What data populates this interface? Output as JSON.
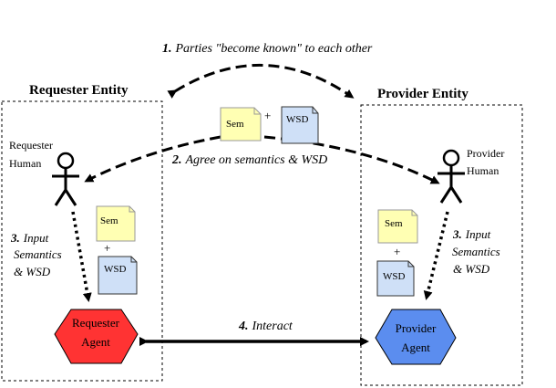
{
  "entities": {
    "requester": {
      "title": "Requester Entity",
      "human_line1": "Requester",
      "human_line2": "Human",
      "agent_line1": "Requester",
      "agent_line2": "Agent",
      "agent_color": "#ff3333"
    },
    "provider": {
      "title": "Provider Entity",
      "human_line1": "Provider",
      "human_line2": "Human",
      "agent_line1": "Provider",
      "agent_line2": "Agent",
      "agent_color": "#5b8def"
    }
  },
  "steps": {
    "step1": {
      "num": "1.",
      "text": "Parties \"become known\" to each other"
    },
    "step2": {
      "num": "2.",
      "text": "Agree on semantics & WSD"
    },
    "step3_left": {
      "num": "3.",
      "line1": "Input",
      "line2": "Semantics",
      "line3": "& WSD"
    },
    "step3_right": {
      "num": "3.",
      "line1": "Input",
      "line2": "Semantics",
      "line3": "& WSD"
    },
    "step4": {
      "num": "4.",
      "text": "Interact"
    }
  },
  "documents": {
    "sem_label": "Sem",
    "wsd_label": "WSD",
    "plus": "+",
    "sem_color": "#ffffb3",
    "wsd_color": "#cfe0f7"
  }
}
